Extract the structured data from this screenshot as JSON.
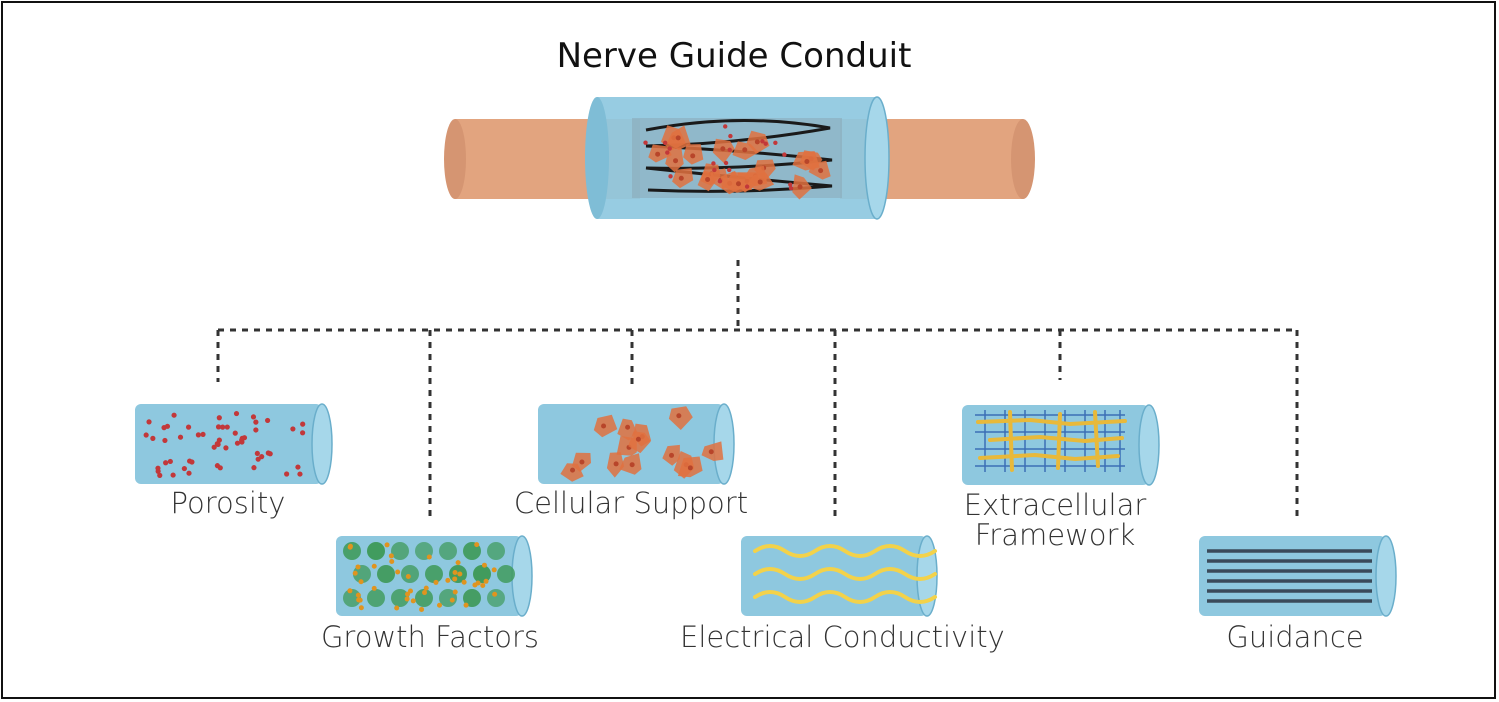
{
  "title": "Nerve Guide Conduit",
  "features": [
    {
      "id": "porosity",
      "label": "Porosity"
    },
    {
      "id": "growth-factors",
      "label": "Growth Factors"
    },
    {
      "id": "cellular-support",
      "label": "Cellular Support"
    },
    {
      "id": "electrical-conductivity",
      "label": "Electrical Conductivity"
    },
    {
      "id": "extracellular-framework",
      "label_line1": "Extracellular",
      "label_line2": "Framework"
    },
    {
      "id": "guidance",
      "label": "Guidance"
    }
  ],
  "colors": {
    "conduit": "#8ec8df",
    "conduit_edge": "#6aaecb",
    "nerve": "#e2a47f",
    "cell": "#e0713f",
    "pore": "#c2383a",
    "growth_sphere": "#3f9a5a",
    "growth_dot": "#e0941f",
    "wave": "#f3d24a",
    "mesh": "#3b6fb5",
    "fiber": "#e8b93a",
    "channel": "#3a4a5a",
    "line": "#333333"
  }
}
